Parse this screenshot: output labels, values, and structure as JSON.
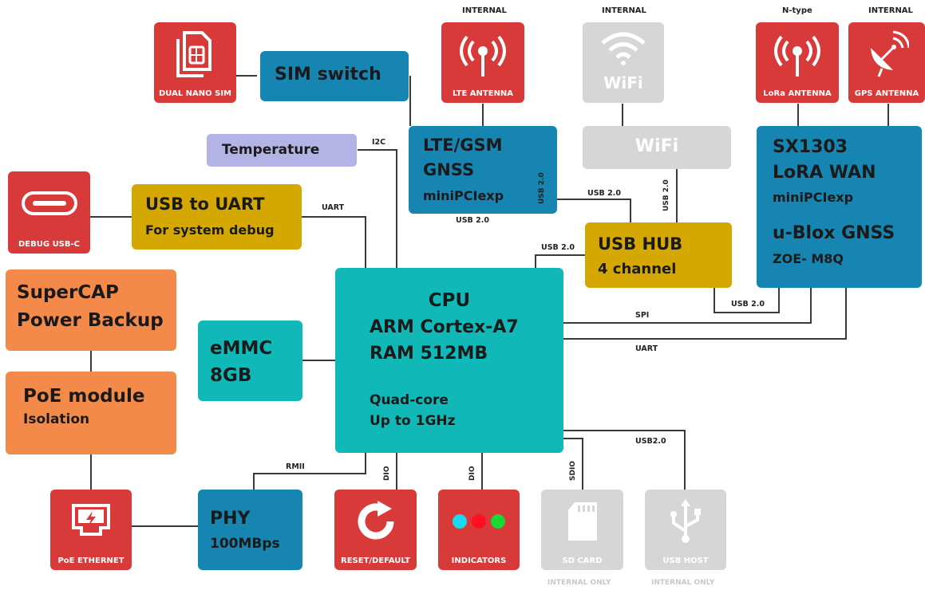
{
  "colors": {
    "red": "#d83a3a",
    "blue": "#1785b2",
    "teal": "#10b8b7",
    "yellow": "#d4a800",
    "orange": "#f48a4a",
    "lavender": "#b3b3e6",
    "gray": "#d6d6d6",
    "line": "#3a3a3a"
  },
  "headers": {
    "lte": "INTERNAL",
    "wifi": "INTERNAL",
    "lora": "N-type",
    "gps": "INTERNAL"
  },
  "tiles": {
    "sim": {
      "label": "DUAL NANO SIM",
      "icon": "sim-card-icon"
    },
    "lte_antenna": {
      "label": "LTE ANTENNA",
      "icon": "antenna-icon"
    },
    "wifi_antenna": {
      "label": "WiFi",
      "icon": "wifi-icon"
    },
    "lora_antenna": {
      "label": "LoRa ANTENNA",
      "icon": "antenna-icon"
    },
    "gps_antenna": {
      "label": "GPS ANTENNA",
      "icon": "satellite-dish-icon"
    },
    "debug_usb": {
      "label": "DEBUG USB-C",
      "icon": "usb-c-icon"
    },
    "poe_ethernet": {
      "label": "PoE ETHERNET",
      "icon": "ethernet-port-icon"
    },
    "reset": {
      "label": "RESET/DEFAULT",
      "icon": "refresh-icon"
    },
    "indicators": {
      "label": "INDICATORS",
      "icon": "led-dots-icon"
    },
    "sd_card": {
      "label": "SD CARD",
      "icon": "sd-card-icon",
      "note": "INTERNAL ONLY"
    },
    "usb_host": {
      "label": "USB HOST",
      "icon": "usb-icon",
      "note": "INTERNAL ONLY"
    }
  },
  "blocks": {
    "sim_switch": "SIM switch",
    "temperature": "Temperature",
    "usb_uart_line1": "USB to UART",
    "usb_uart_line2": "For system debug",
    "lte_line1": "LTE/GSM",
    "lte_line2": "GNSS",
    "lte_line3": "miniPCIexp",
    "wifi": "WiFi",
    "usb_hub_line1": "USB HUB",
    "usb_hub_line2": "4 channel",
    "lora_line1": "SX1303",
    "lora_line2": "LoRA WAN",
    "lora_line3": "miniPCIexp",
    "lora_line4": "u-Blox GNSS",
    "lora_line5": "ZOE- M8Q",
    "supercap_line1": "SuperCAP",
    "supercap_line2": "Power Backup",
    "poe_line1": "PoE module",
    "poe_line2": "Isolation",
    "emmc_line1": "eMMC",
    "emmc_line2": "8GB",
    "cpu_line1": "CPU",
    "cpu_line2": "ARM Cortex-A7",
    "cpu_line3": "RAM 512MB",
    "cpu_line4": "Quad-core",
    "cpu_line5": "Up to 1GHz",
    "phy_line1": "PHY",
    "phy_line2": "100MBps"
  },
  "links": {
    "i2c": "I2C",
    "uart_debug": "UART",
    "usb_lte_v": "USB 2.0",
    "usb_lte_bottom": "USB 2.0",
    "usb_hub_lte": "USB 2.0",
    "usb_wifi": "USB 2.0",
    "usb_cpu_hub": "USB 2.0",
    "usb_lora": "USB 2.0",
    "spi": "SPI",
    "uart_lora": "UART",
    "usb_host": "USB2.0",
    "rmii": "RMII",
    "dio_reset": "DIO",
    "dio_ind": "DIO",
    "sdio": "SDIO"
  }
}
